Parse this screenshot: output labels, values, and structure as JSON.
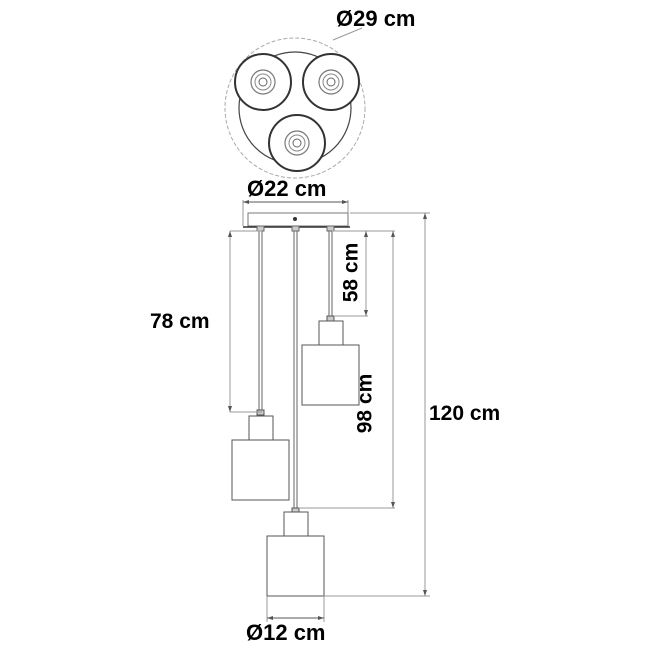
{
  "diagram": {
    "title": "Triple pendant lamp dimensions",
    "labels": {
      "canopy_top_diameter": "Ø29 cm",
      "canopy_diameter": "Ø22 cm",
      "left_drop": "78 cm",
      "right_drop": "58 cm",
      "center_drop": "98 cm",
      "total_height": "120 cm",
      "shade_diameter": "Ø12 cm"
    },
    "colors": {
      "line": "#555555",
      "dim_line": "#999999",
      "text": "#000000",
      "background": "#ffffff"
    }
  }
}
